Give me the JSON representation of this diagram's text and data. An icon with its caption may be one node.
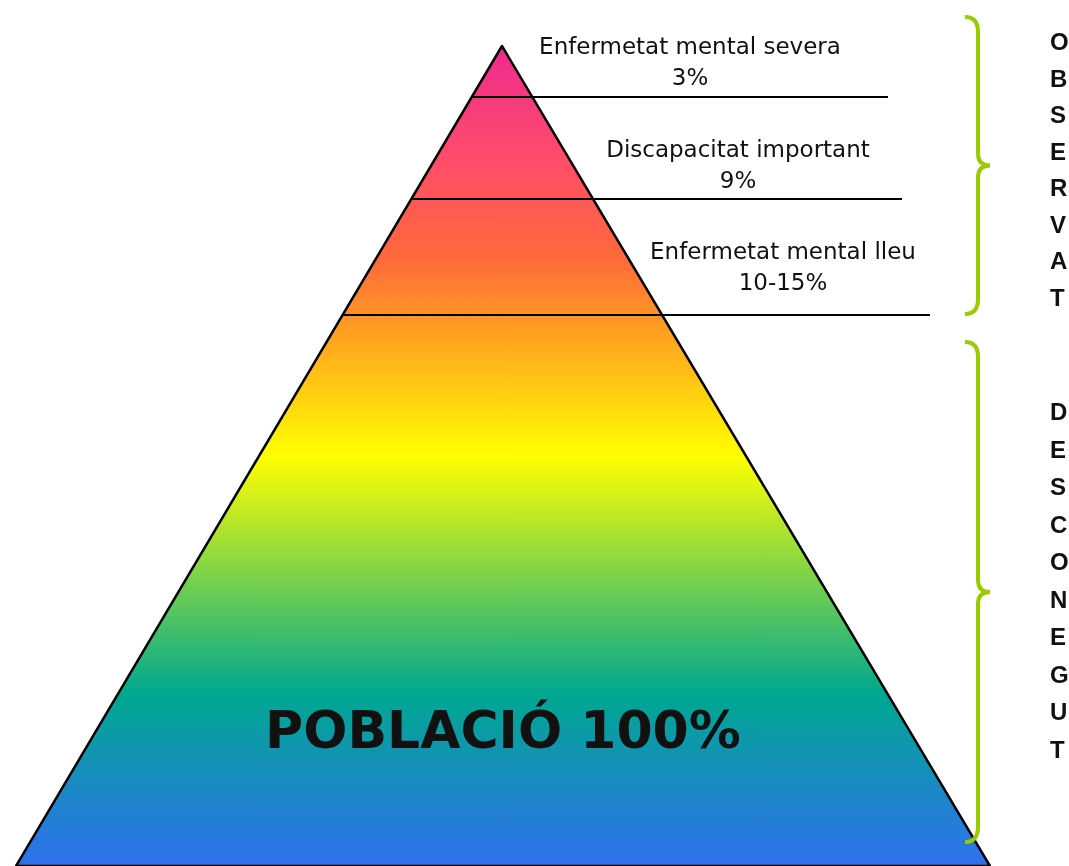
{
  "diagram": {
    "nodes": [
      {
        "text": [
          "POBLACIÓ 100%"
        ]
      }
    ],
    "labels": [
      "Enfermetat mental severa 3%",
      "Discapacitat important 9%",
      "Enfermetat mental lleu 10-15%",
      "OBSERVAT",
      "DESCONEGUT"
    ]
  }
}
